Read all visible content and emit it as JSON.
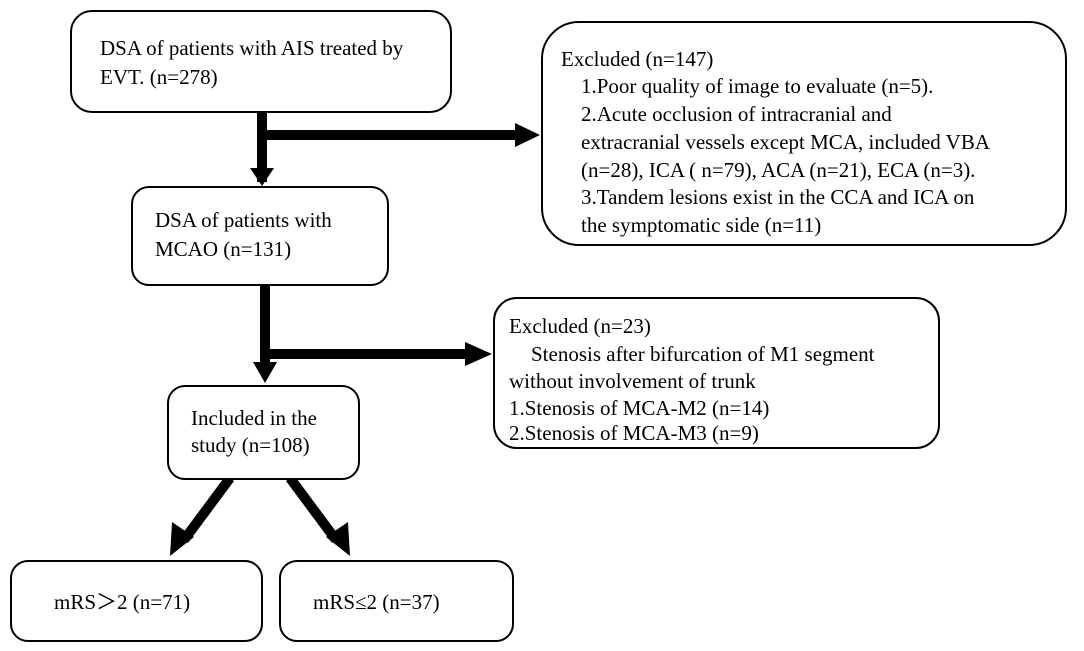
{
  "boxes": {
    "start": {
      "lines": [
        "DSA of patients with AIS treated by",
        "EVT. (n=278)"
      ]
    },
    "mcao": {
      "lines": [
        "DSA of patients with",
        "MCAO (n=131)"
      ]
    },
    "included": {
      "lines": [
        "Included in the",
        "study (n=108)"
      ]
    },
    "mrs_high": {
      "text": "mRS＞2 (n=71)"
    },
    "mrs_low": {
      "text": "mRS≤2 (n=37)"
    },
    "excluded1": {
      "title": "Excluded (n=147)",
      "lines": [
        "1.Poor quality of image to evaluate (n=5).",
        "2.Acute occlusion of intracranial and",
        "extracranial vessels except MCA, included VBA",
        "(n=28), ICA ( n=79), ACA (n=21), ECA (n=3).",
        "3.Tandem lesions exist in the CCA and ICA on",
        "the symptomatic side (n=11)"
      ]
    },
    "excluded2": {
      "title": "Excluded (n=23)",
      "lines": [
        "Stenosis after bifurcation of M1 segment",
        "without involvement of trunk",
        "1.Stenosis of MCA-M2 (n=14)",
        "2.Stenosis of MCA-M3 (n=9)"
      ]
    }
  }
}
